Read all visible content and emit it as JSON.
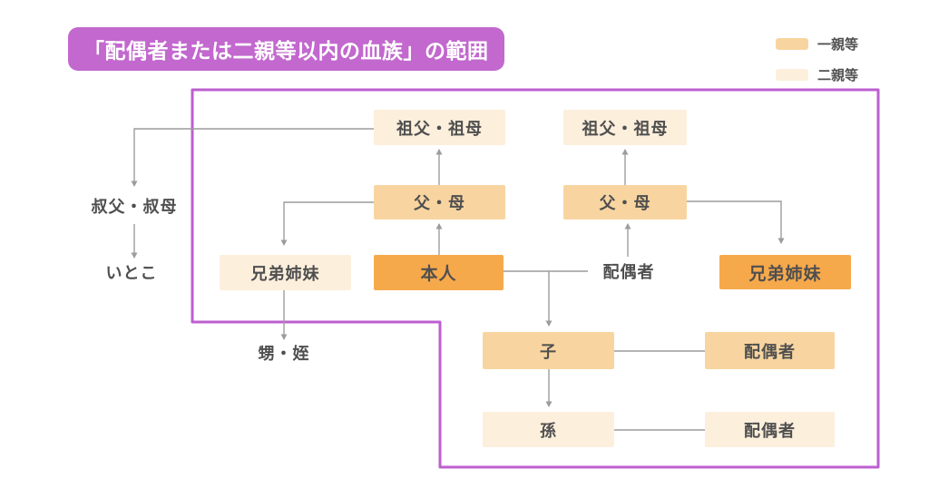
{
  "title": "「配偶者または二親等以内の血族」の範囲",
  "legend": {
    "degree1_label": "一親等",
    "degree2_label": "二親等"
  },
  "colors": {
    "title_bg": "#C268CE",
    "border": "#BD5FD0",
    "degree1": "#F8D5A0",
    "degree2": "#FCEFDC",
    "self": "#F6A94B",
    "text": "#4F4F4F",
    "line": "#9C9C9C"
  },
  "nodes": {
    "grandparents_left": "祖父・祖母",
    "grandparents_right": "祖父・祖母",
    "parents_left": "父・母",
    "parents_right": "父・母",
    "uncle_aunt": "叔父・叔母",
    "cousin": "いとこ",
    "siblings_left": "兄弟姉妹",
    "self": "本人",
    "spouse": "配偶者",
    "siblings_right": "兄弟姉妹",
    "nephew_niece": "甥・姪",
    "child": "子",
    "child_spouse": "配偶者",
    "grandchild": "孫",
    "grandchild_spouse": "配偶者"
  }
}
